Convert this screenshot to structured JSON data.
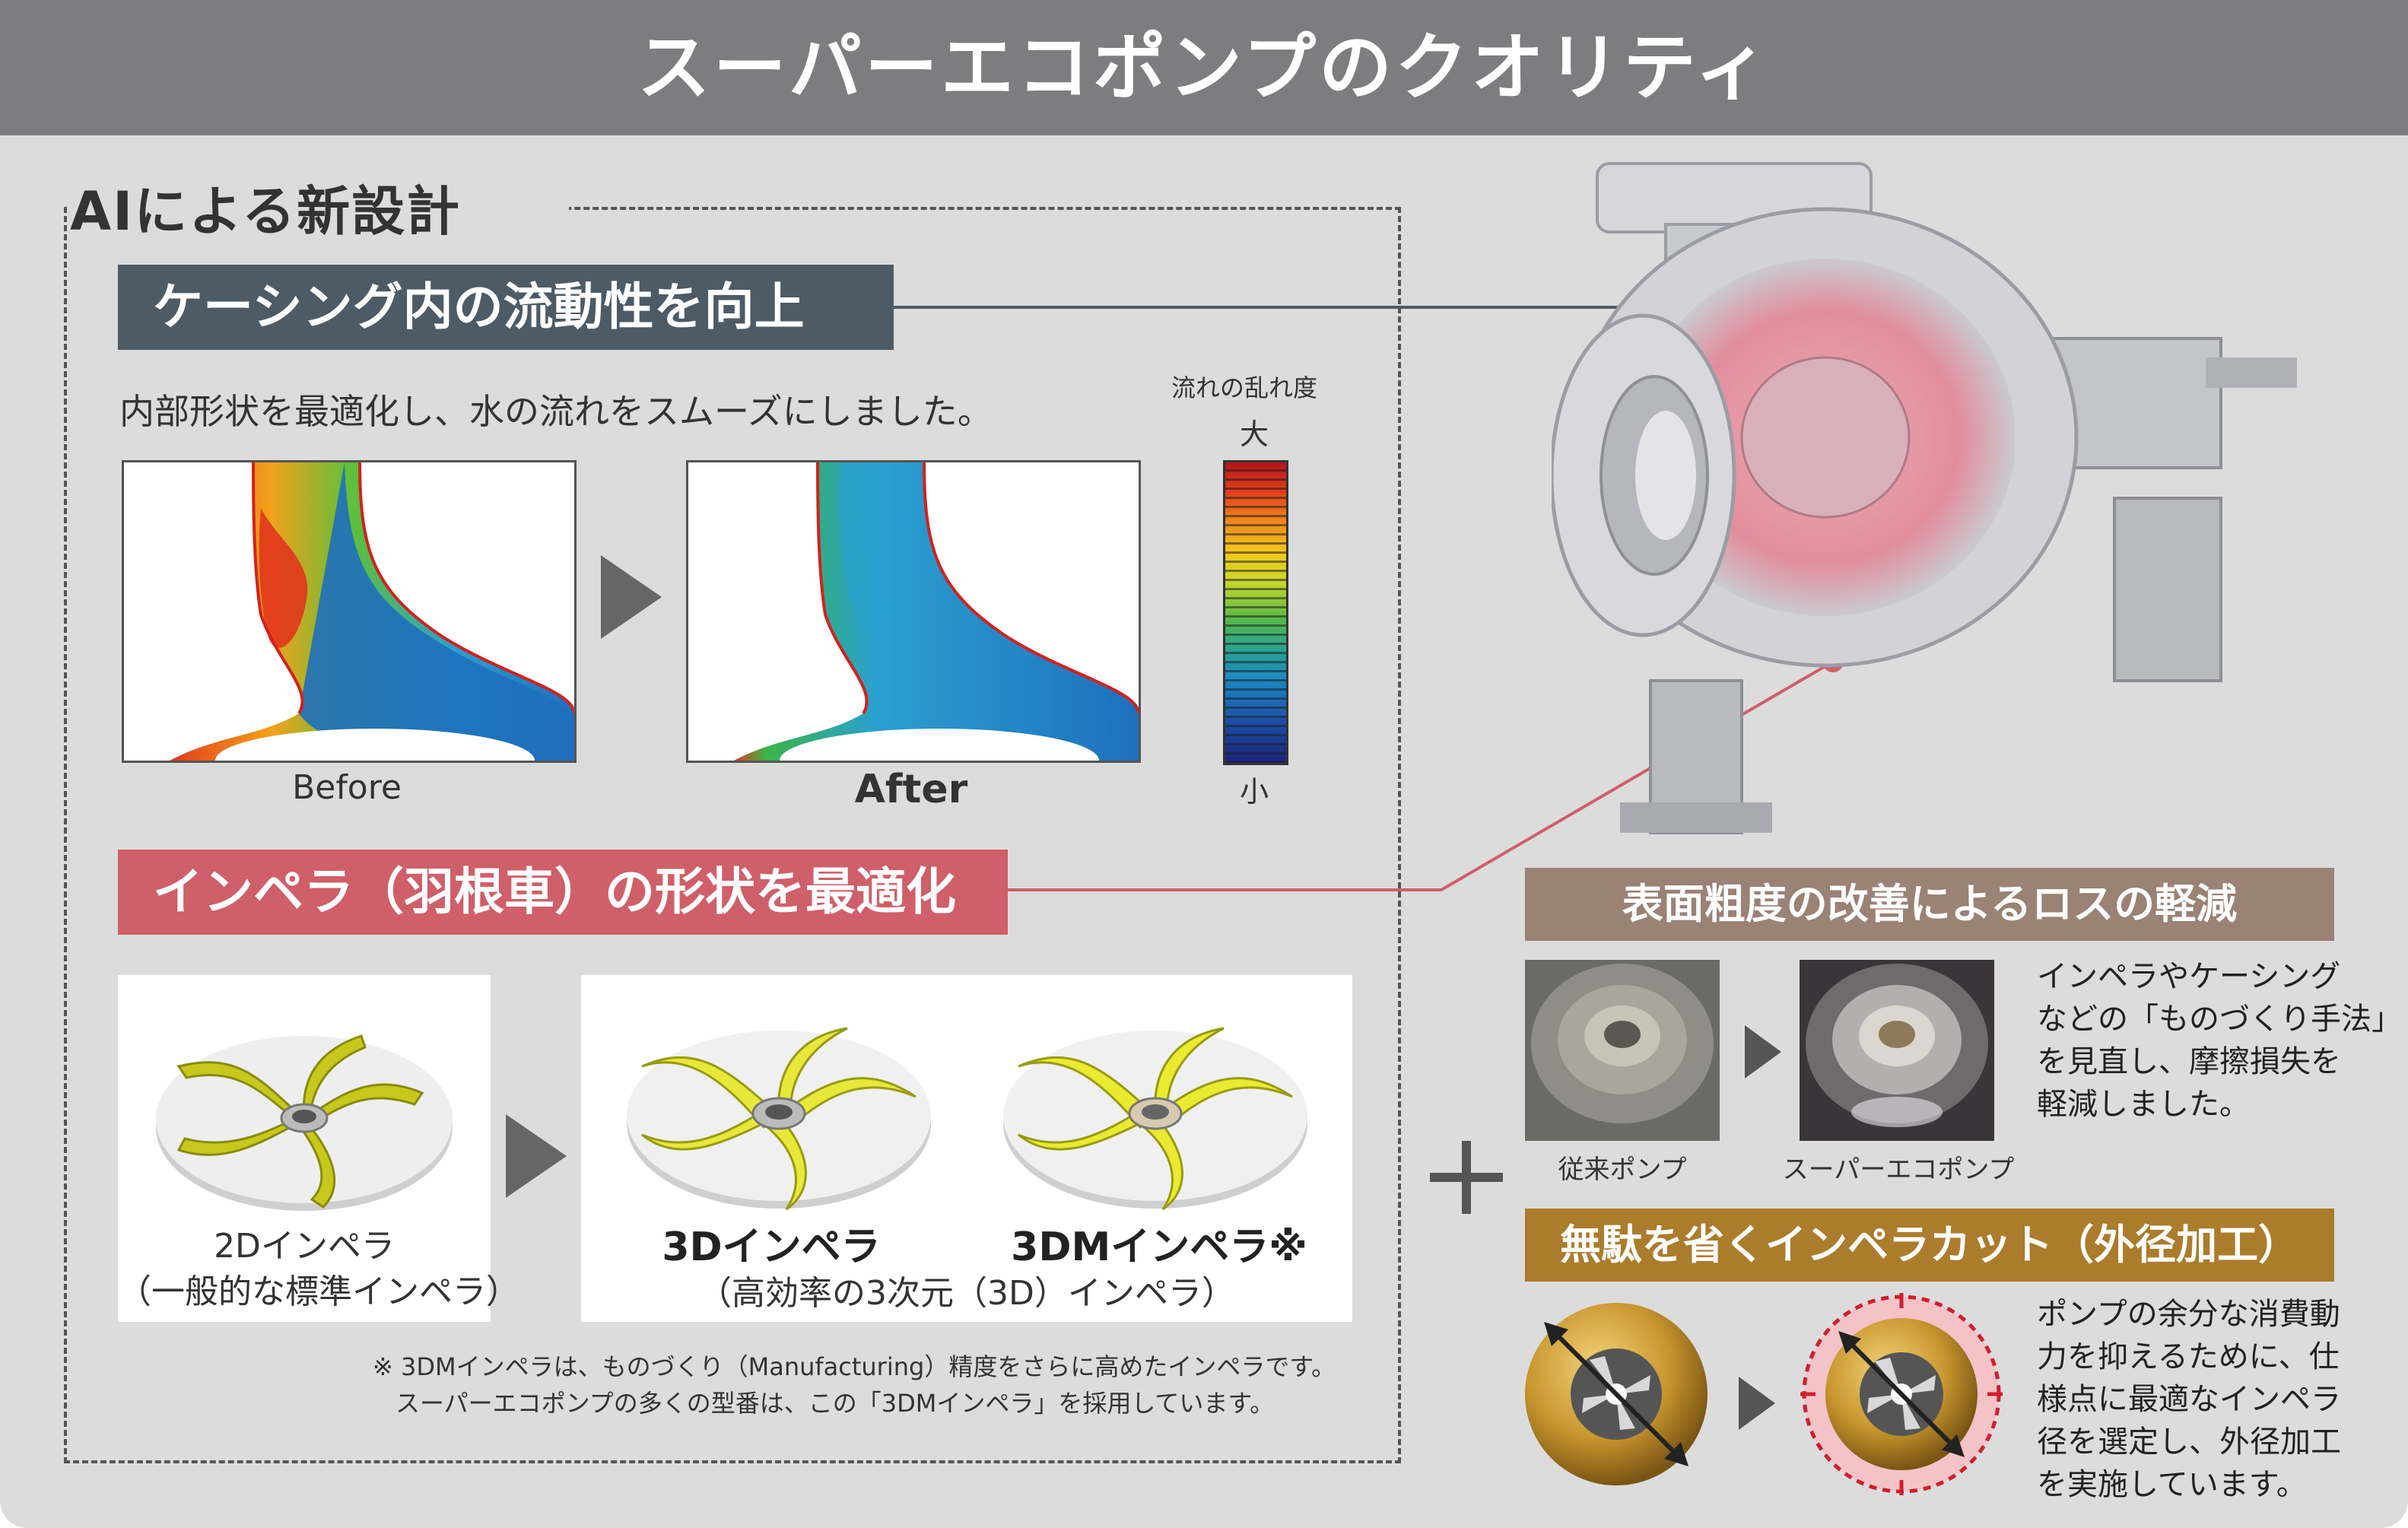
{
  "header": {
    "title": "スーパーエコポンプのクオリティ"
  },
  "ai_section": {
    "title": "AIによる新設計",
    "casing": {
      "heading": "ケーシング内の流動性を向上",
      "description": "内部形状を最適化し、水の流れをスムーズにしました。",
      "scale_title": "流れの乱れ度",
      "scale_high": "大",
      "scale_low": "小",
      "before_label": "Before",
      "after_label": "After"
    },
    "impeller": {
      "heading": "インペラ（羽根車）の形状を最適化",
      "item_2d_name": "2Dインペラ",
      "item_2d_sub": "（一般的な標準インペラ）",
      "item_3d_name": "3Dインペラ",
      "item_3dm_name": "3DMインペラ※",
      "item_3d_sub": "（高効率の3次元（3D）インペラ）",
      "note_line1": "※ 3DMインペラは、ものづくり（Manufacturing）精度をさらに高めたインペラです。",
      "note_line2": "スーパーエコポンプの多くの型番は、この「3DMインペラ」を採用しています。"
    }
  },
  "roughness": {
    "heading": "表面粗度の改善によるロスの軽減",
    "photo_left_label": "従来ポンプ",
    "photo_right_label": "スーパーエコポンプ",
    "text_lines": [
      "インペラやケーシング",
      "などの「ものづくり手法」",
      "を見直し、摩擦損失を",
      "軽減しました。"
    ]
  },
  "cut": {
    "heading": "無駄を省くインペラカット（外径加工）",
    "text_lines": [
      "ポンプの余分な消費動",
      "力を抑えるために、仕",
      "様点に最適なインペラ",
      "径を選定し、外径加工",
      "を実施しています。"
    ]
  },
  "colors": {
    "header": "#7d7d7f",
    "panel": "#dcdcdd",
    "casing_bar": "#4c5b66",
    "impeller_bar": "#cf5f69",
    "roughness_bar": "#9a8275",
    "cut_bar": "#ab7c2c",
    "impeller_yellow": "#d9d92a"
  }
}
